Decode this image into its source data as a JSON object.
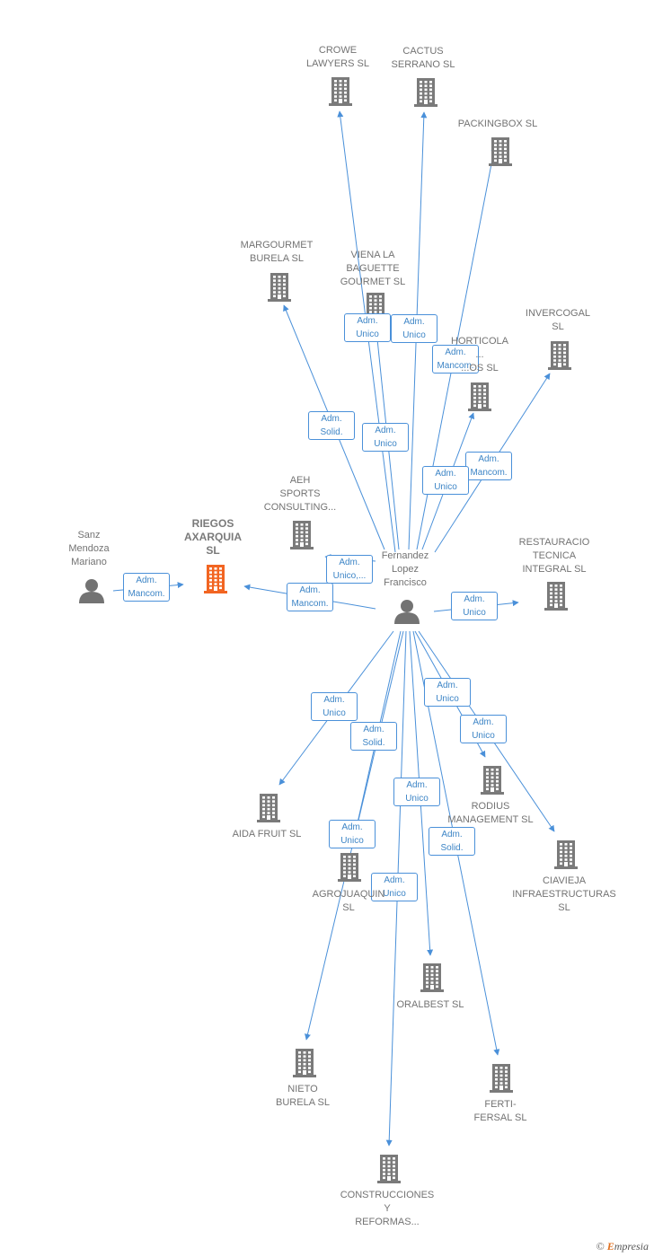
{
  "colors": {
    "edge": "#4a90d9",
    "building": "#7a7a7a",
    "focus_building": "#f26522",
    "person": "#737373"
  },
  "nodes": [
    {
      "id": "crowe",
      "type": "company",
      "label": [
        "CROWE",
        "LAWYERS  SL"
      ]
    },
    {
      "id": "cactus",
      "type": "company",
      "label": [
        "CACTUS",
        "SERRANO  SL"
      ]
    },
    {
      "id": "packingbox",
      "type": "company",
      "label": [
        "PACKINGBOX SL"
      ]
    },
    {
      "id": "margourmet",
      "type": "company",
      "label": [
        "MARGOURMET",
        "BURELA  SL"
      ]
    },
    {
      "id": "viena",
      "type": "company",
      "label": [
        "VIENA LA",
        "BAGUETTE",
        "GOURMET SL"
      ]
    },
    {
      "id": "invercogal",
      "type": "company",
      "label": [
        "INVERCOGAL",
        "SL"
      ]
    },
    {
      "id": "horticola",
      "type": "company",
      "label": [
        "HORTICOLA",
        "...",
        "...OS SL"
      ]
    },
    {
      "id": "aeh",
      "type": "company",
      "label": [
        "AEH",
        "SPORTS",
        "CONSULTING..."
      ]
    },
    {
      "id": "riegos",
      "type": "company",
      "focus": true,
      "label": [
        "RIEGOS",
        "AXARQUIA",
        "SL"
      ]
    },
    {
      "id": "sanz",
      "type": "person",
      "label": [
        "Sanz",
        "Mendoza",
        "Mariano"
      ]
    },
    {
      "id": "fernandez",
      "type": "person",
      "label": [
        "Fernandez",
        "Lopez",
        "Francisco"
      ]
    },
    {
      "id": "restauracio",
      "type": "company",
      "label": [
        "RESTAURACIO",
        "TECNICA",
        "INTEGRAL SL"
      ]
    },
    {
      "id": "aida",
      "type": "company",
      "label": [
        "AIDA FRUIT  SL"
      ]
    },
    {
      "id": "rodius",
      "type": "company",
      "label": [
        "RODIUS",
        "MANAGEMENT SL"
      ]
    },
    {
      "id": "agrojuaquin",
      "type": "company",
      "label": [
        "AGROJUAQUIN",
        "SL"
      ]
    },
    {
      "id": "ciavieja",
      "type": "company",
      "label": [
        "CIAVIEJA",
        "INFRAESTRUCTURAS",
        "SL"
      ]
    },
    {
      "id": "oralbest",
      "type": "company",
      "label": [
        "ORALBEST  SL"
      ]
    },
    {
      "id": "nieto",
      "type": "company",
      "label": [
        "NIETO",
        "BURELA  SL"
      ]
    },
    {
      "id": "ferti",
      "type": "company",
      "label": [
        "FERTI-",
        "FERSAL SL"
      ]
    },
    {
      "id": "construcciones",
      "type": "company",
      "label": [
        "CONSTRUCCIONES",
        "Y",
        "REFORMAS..."
      ]
    }
  ],
  "edges": [
    {
      "from": "fernandez",
      "to": "crowe",
      "label": [
        "Adm.",
        "Unico"
      ]
    },
    {
      "from": "fernandez",
      "to": "cactus",
      "label": [
        "Adm.",
        "Unico"
      ]
    },
    {
      "from": "fernandez",
      "to": "packingbox",
      "label": [
        "Adm.",
        "Mancom."
      ]
    },
    {
      "from": "fernandez",
      "to": "margourmet",
      "label": [
        "Adm.",
        "Solid."
      ]
    },
    {
      "from": "fernandez",
      "to": "viena",
      "label": [
        "Adm.",
        "Unico"
      ]
    },
    {
      "from": "fernandez",
      "to": "invercogal",
      "label": [
        "Adm.",
        "Mancom."
      ]
    },
    {
      "from": "fernandez",
      "to": "horticola",
      "label": [
        "Adm.",
        "Unico"
      ]
    },
    {
      "from": "fernandez",
      "to": "aeh",
      "label": [
        "Adm.",
        "Unico,..."
      ]
    },
    {
      "from": "fernandez",
      "to": "riegos",
      "label": [
        "Adm.",
        "Mancom."
      ]
    },
    {
      "from": "sanz",
      "to": "riegos",
      "label": [
        "Adm.",
        "Mancom."
      ]
    },
    {
      "from": "fernandez",
      "to": "restauracio",
      "label": [
        "Adm.",
        "Unico"
      ]
    },
    {
      "from": "fernandez",
      "to": "aida",
      "label": [
        "Adm.",
        "Unico"
      ]
    },
    {
      "from": "fernandez",
      "to": "rodius",
      "label": [
        "Adm.",
        "Unico"
      ]
    },
    {
      "from": "fernandez",
      "to": "ciavieja",
      "label": [
        "Adm.",
        "Unico"
      ]
    },
    {
      "from": "fernandez",
      "to": "agrojuaquin",
      "label": [
        "Adm.",
        "Solid."
      ]
    },
    {
      "from": "fernandez",
      "to": "nieto",
      "label": [
        "Adm.",
        "Unico"
      ]
    },
    {
      "from": "fernandez",
      "to": "oralbest",
      "label": [
        "Adm.",
        "Unico"
      ]
    },
    {
      "from": "fernandez",
      "to": "ferti",
      "label": [
        "Adm.",
        "Solid."
      ]
    },
    {
      "from": "fernandez",
      "to": "construcciones",
      "label": [
        "Adm.",
        "Unico"
      ]
    }
  ],
  "footer": {
    "copyright": "©",
    "brand_initial": "E",
    "brand_rest": "mpresia"
  }
}
